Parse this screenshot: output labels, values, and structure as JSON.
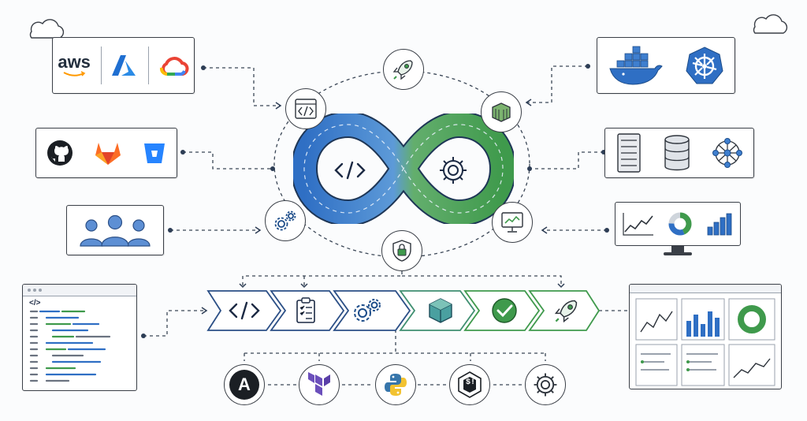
{
  "cloud_providers": {
    "aws_label": "aws",
    "icons": [
      "aws-logo",
      "azure-logo",
      "google-cloud-logo"
    ]
  },
  "repositories": {
    "icons": [
      "github-icon",
      "gitlab-icon",
      "bitbucket-icon"
    ]
  },
  "team": {
    "icons": [
      "team-users-icon"
    ]
  },
  "containers": {
    "icons": [
      "docker-whale-icon",
      "kubernetes-helm-icon"
    ]
  },
  "infrastructure": {
    "icons": [
      "server-icon",
      "database-icon",
      "network-icon"
    ]
  },
  "monitoring": {
    "icons": [
      "line-chart-icon",
      "donut-chart-icon",
      "bar-chart-icon"
    ]
  },
  "devops_loop": {
    "center_icons": [
      "code-icon",
      "gear-icon"
    ],
    "colors": {
      "left": "#2f6fc4",
      "right": "#3f9a4c"
    }
  },
  "stage_circles": [
    "code-editor-icon",
    "rocket-icon",
    "container-icon",
    "gears-icon",
    "shield-lock-icon",
    "monitor-chart-icon"
  ],
  "pipeline": {
    "stages": [
      "code-icon",
      "clipboard-icon",
      "gears-icon",
      "cube-icon",
      "check-icon",
      "rocket-icon"
    ]
  },
  "tools": [
    "ansible-icon",
    "terraform-icon",
    "python-icon",
    "bash-terminal-icon",
    "gear-icon"
  ],
  "tool_labels": {
    "ansible": "A",
    "bash": "$!"
  },
  "code_editor": {
    "tag": "</>"
  },
  "colors": {
    "blue": "#2f6fc4",
    "green": "#3f9a4c",
    "ink": "#2d333b",
    "orange": "#fc6d26",
    "red": "#e24329"
  }
}
